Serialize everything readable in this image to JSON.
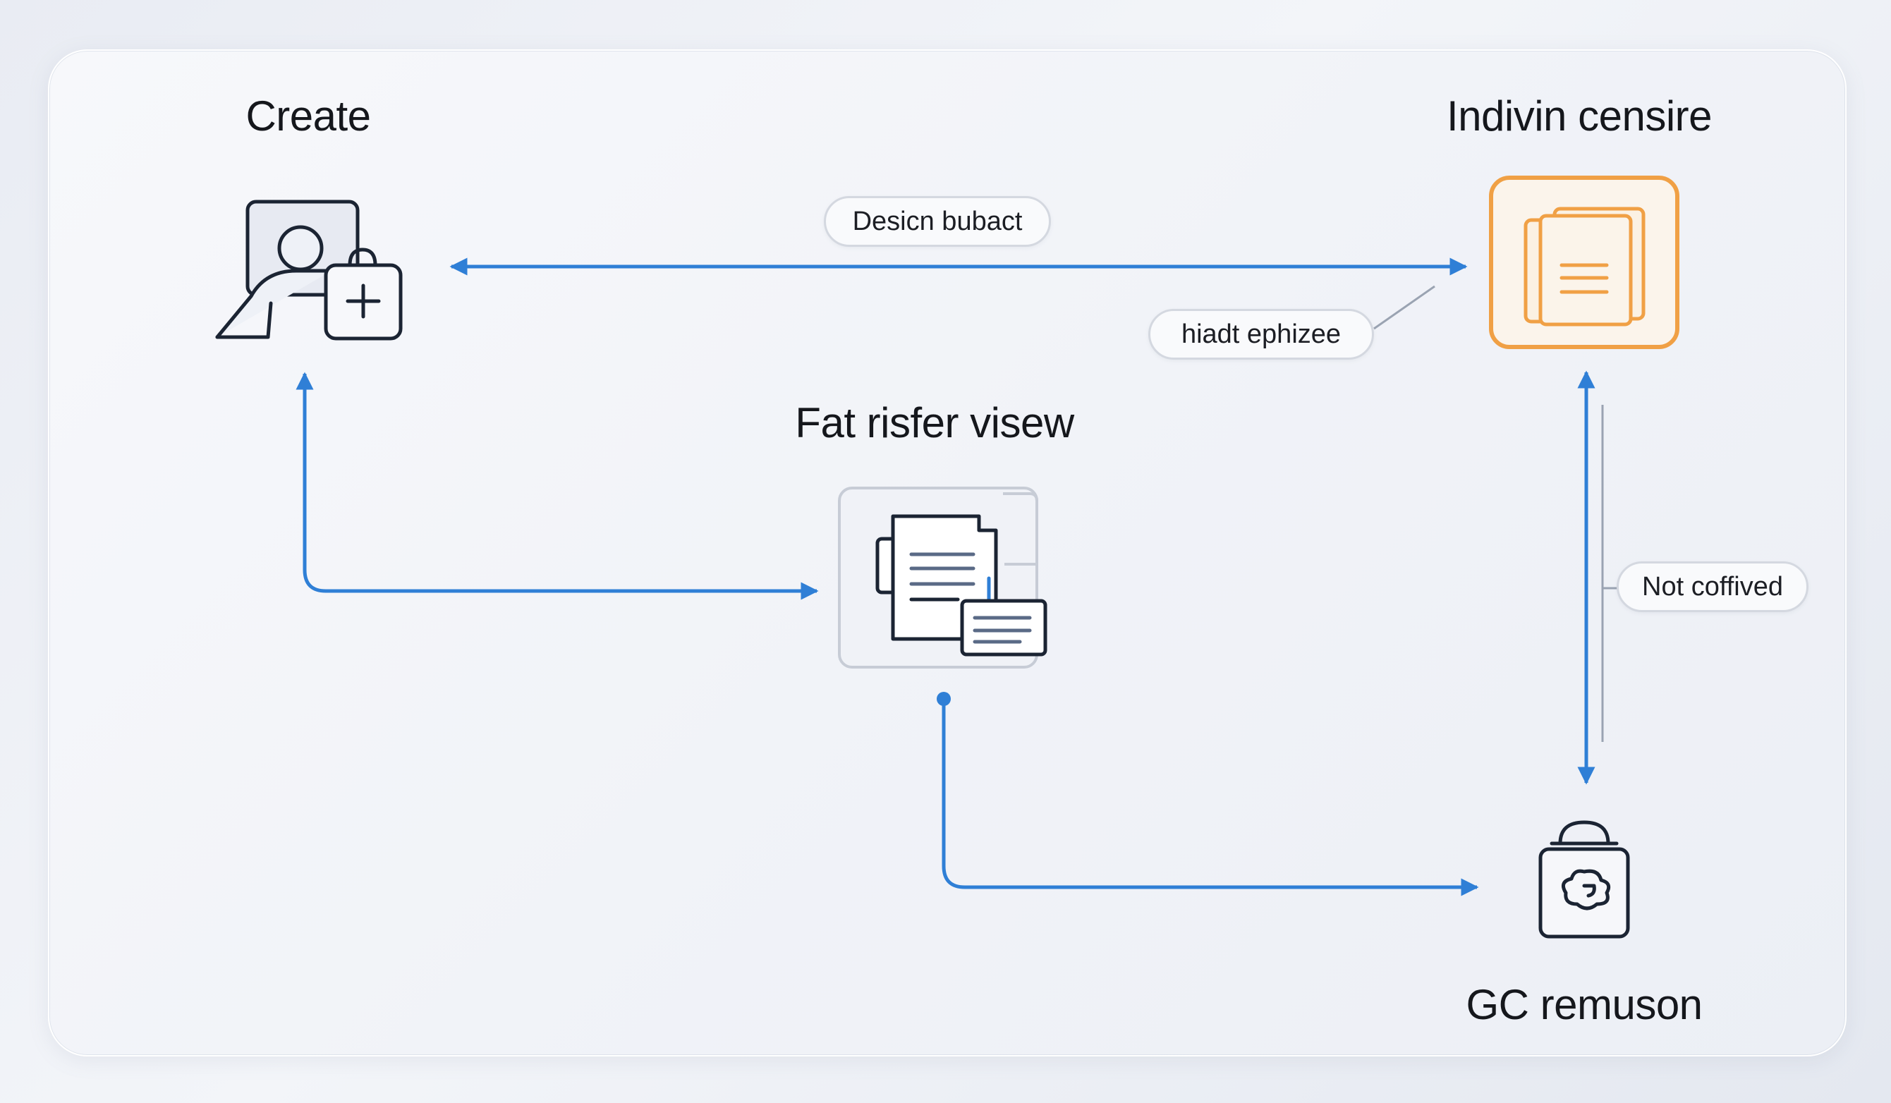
{
  "nodes": {
    "create": {
      "title": "Create",
      "icon": "user-add-icon"
    },
    "indivin": {
      "title": "Indivin censire",
      "icon": "document-stack-icon"
    },
    "fat": {
      "title": "Fat risfer visew",
      "icon": "documents-preview-icon"
    },
    "gc": {
      "title": "GC remuson",
      "icon": "lock-shield-icon"
    }
  },
  "edge_labels": {
    "top": "Desicn bubact",
    "middle": "hiadt ephizee",
    "right": "Not coffived"
  },
  "colors": {
    "arrow": "#2f7fd6",
    "accent_orange": "#f0a045",
    "icon_stroke": "#1b2433",
    "text": "#15171c"
  }
}
